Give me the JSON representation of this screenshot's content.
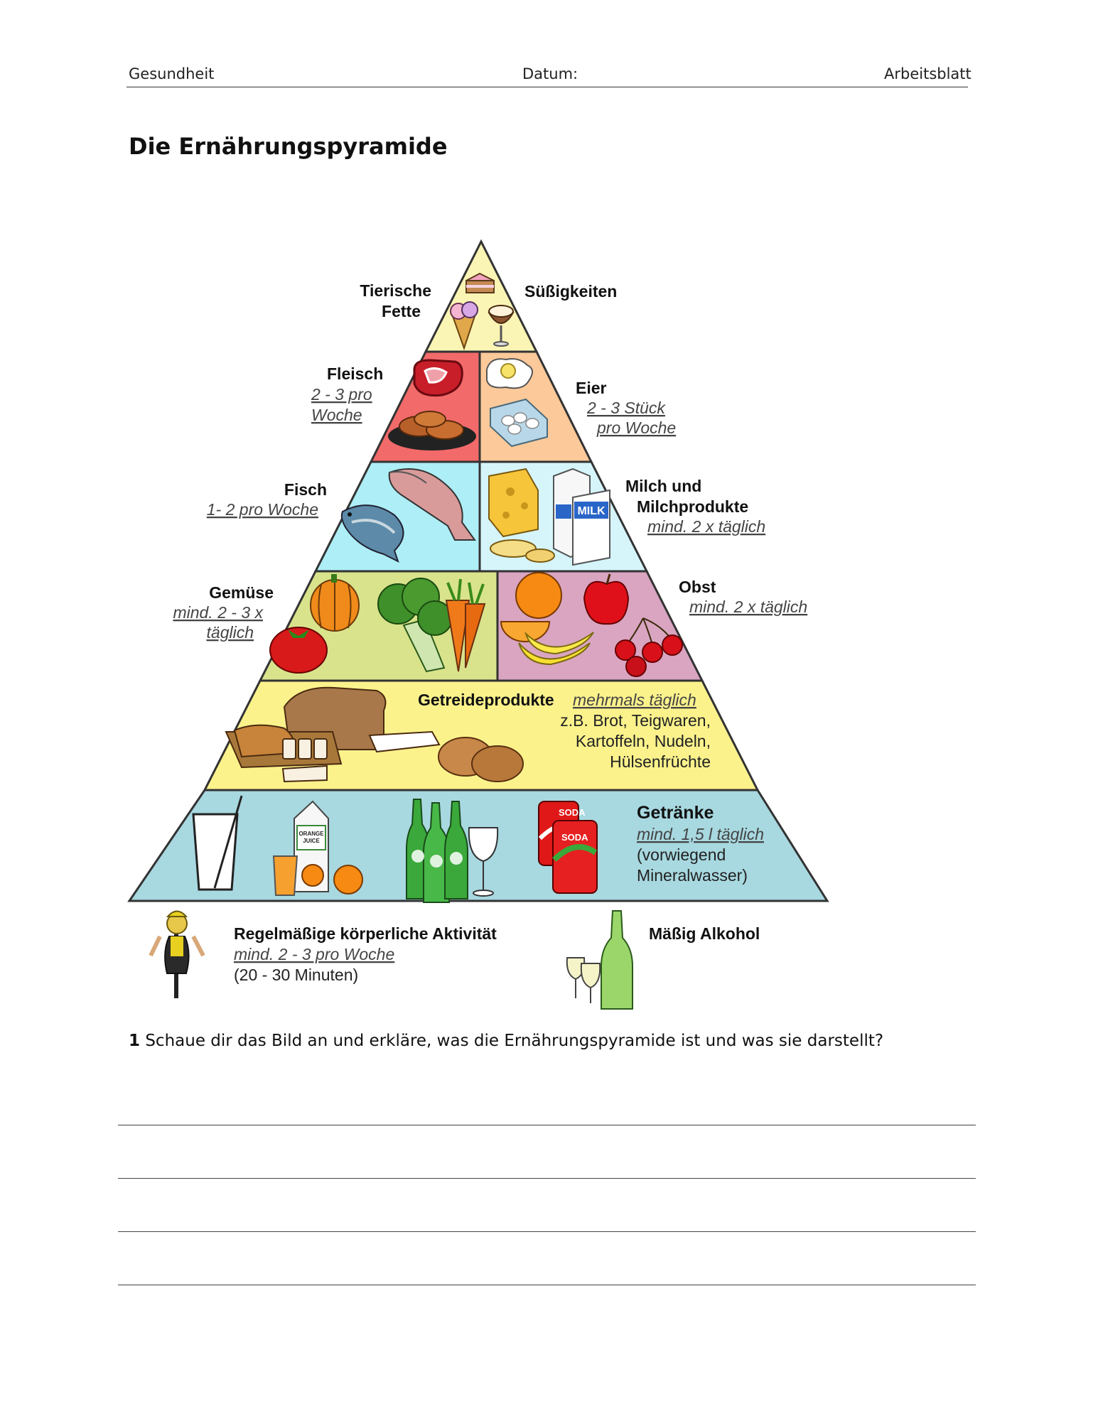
{
  "header": {
    "left": "Gesundheit",
    "center": "Datum:",
    "right": "Arbeitsblatt"
  },
  "title": "Die Ernährungspyramide",
  "pyramid": {
    "tier1": {
      "left_label": [
        "Tierische",
        "Fette"
      ],
      "right_label": "Süßigkeiten",
      "color": "#fbf5b5"
    },
    "tier2": {
      "left": {
        "name": "Fleisch",
        "amount": [
          "2 - 3 pro",
          "Woche"
        ],
        "color": "#f26a6a"
      },
      "right": {
        "name": "Eier",
        "amount": [
          "2 - 3 Stück",
          "pro Woche"
        ],
        "color": "#fbc99a"
      }
    },
    "tier3": {
      "left": {
        "name": "Fisch",
        "amount": "1- 2 pro Woche",
        "color": "#aeeef6"
      },
      "right": {
        "name": [
          "Milch und",
          "Milchprodukte"
        ],
        "amount": "mind. 2 x täglich",
        "color": "#d5f5fb"
      }
    },
    "tier4": {
      "left": {
        "name": "Gemüse",
        "amount": [
          "mind. 2 - 3 x",
          "täglich"
        ],
        "color": "#d9e38c"
      },
      "right": {
        "name": "Obst",
        "amount": "mind. 2 x täglich",
        "color": "#d9a5c1"
      }
    },
    "tier5": {
      "name": "Getreideprodukte",
      "amount": "mehrmals täglich",
      "details": [
        "z.B. Brot, Teigwaren,",
        "Kartoffeln, Nudeln,",
        "Hülsenfrüchte"
      ],
      "color": "#fbf28c"
    },
    "tier6": {
      "name": "Getränke",
      "amount": "mind. 1,5 l täglich",
      "details": [
        "(vorwiegend",
        "Mineralwasser)"
      ],
      "color": "#a8d8e0",
      "juice_label": [
        "ORANGE",
        "JUICE"
      ],
      "soda_label": "SODA"
    },
    "tier3_milk_label": "MILK"
  },
  "activity": {
    "name": "Regelmäßige körperliche Aktivität",
    "amount": "mind. 2 - 3 pro Woche",
    "detail": "(20 -  30 Minuten)"
  },
  "alcohol": {
    "name": "Mäßig Alkohol"
  },
  "task": {
    "number": "1",
    "text": " Schaue dir das Bild an und erkläre, was die Ernährungspyramide ist und was sie darstellt?"
  },
  "colors": {
    "outline": "#333333",
    "text_gray": "#444444"
  }
}
